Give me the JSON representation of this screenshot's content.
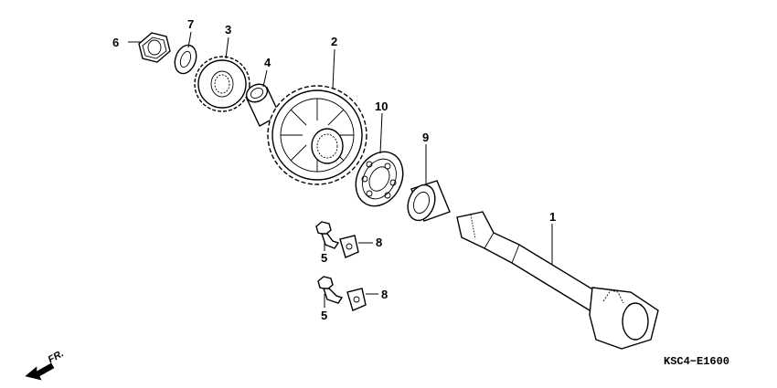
{
  "diagram": {
    "drawing_code": "KSC4−E1600",
    "direction_label": "FR.",
    "callouts": [
      {
        "id": "p1",
        "label": "1"
      },
      {
        "id": "p2",
        "label": "2"
      },
      {
        "id": "p3",
        "label": "3"
      },
      {
        "id": "p4",
        "label": "4"
      },
      {
        "id": "p5a",
        "label": "5"
      },
      {
        "id": "p5b",
        "label": "5"
      },
      {
        "id": "p6",
        "label": "6"
      },
      {
        "id": "p7",
        "label": "7"
      },
      {
        "id": "p8a",
        "label": "8"
      },
      {
        "id": "p8b",
        "label": "8"
      },
      {
        "id": "p9",
        "label": "9"
      },
      {
        "id": "p10",
        "label": "10"
      }
    ]
  }
}
